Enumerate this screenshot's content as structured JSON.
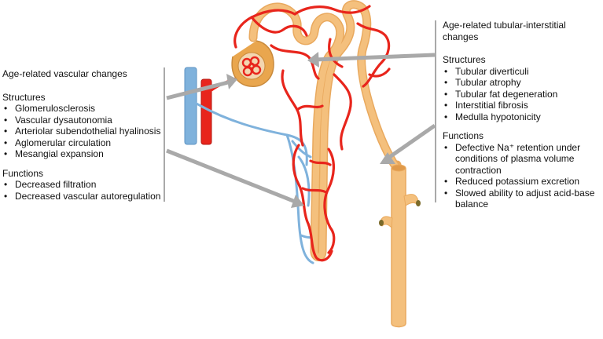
{
  "vascular": {
    "heading": "Age-related vascular changes",
    "structures_title": "Structures",
    "structures": [
      "Glomerulosclerosis",
      "Vascular dysautonomia",
      "Arteriolar subendothelial hyalinosis",
      "Aglomerular circulation",
      "Mesangial expansion"
    ],
    "functions_title": "Functions",
    "functions": [
      "Decreased filtration",
      "Decreased vascular autoregulation"
    ]
  },
  "tubular": {
    "heading": "Age-related tubular-interstitial changes",
    "structures_title": "Structures",
    "structures": [
      "Tubular diverticuli",
      "Tubular atrophy",
      "Tubular fat degeneration",
      "Interstitial fibrosis",
      "Medulla hypotonicity"
    ],
    "functions_title": "Functions",
    "functions": [
      "Defective Na⁺ retention under conditions of plasma volume contraction",
      "Reduced potassium excretion",
      "Slowed ability to adjust acid-base balance"
    ]
  },
  "colors": {
    "artery": "#e8251c",
    "vein": "#7fb2dc",
    "tubule": "#f4c07d",
    "tubule_outline": "#e9a95e",
    "arrow": "#a9a9a9"
  }
}
